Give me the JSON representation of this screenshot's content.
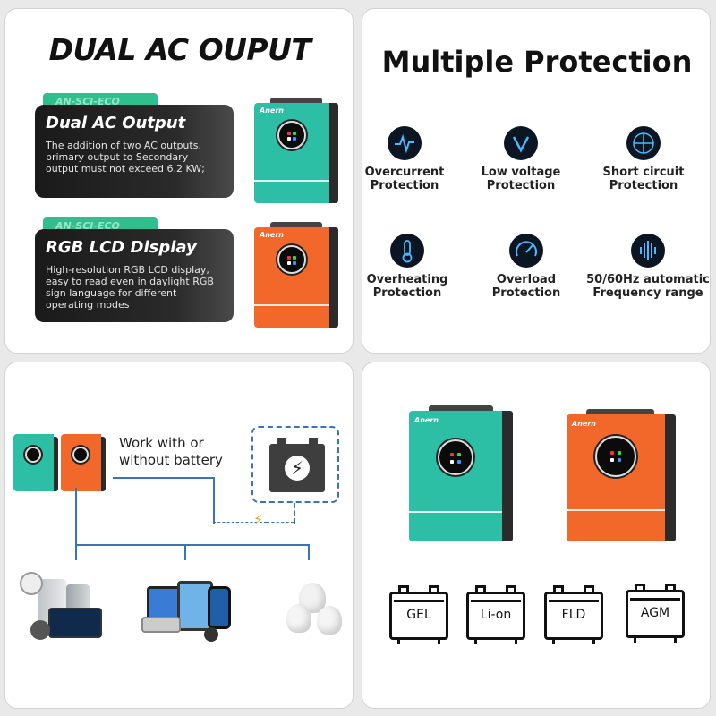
{
  "panel1": {
    "title": "DUAL AC OUPUT",
    "tab_text": "AN-SCI-ECO",
    "card1": {
      "heading": "Dual AC Output",
      "text": "The addition of two AC outputs, primary output to Secondary output must not exceed 6.2 KW;"
    },
    "card2": {
      "heading": "RGB LCD Display",
      "text": "High-resolution RGB LCD display, easy to read even in daylight RGB sign language for different operating modes"
    }
  },
  "panel2": {
    "title": "Multiple Protection",
    "items": [
      {
        "line1": "Overcurrent",
        "line2": "Protection",
        "icon": "heartbeat-icon"
      },
      {
        "line1": "Low voltage",
        "line2": "Protection",
        "icon": "chevron-down-icon"
      },
      {
        "line1": "Short circuit",
        "line2": "Protection",
        "icon": "circuit-icon"
      },
      {
        "line1": "Overheating",
        "line2": "Protection",
        "icon": "thermometer-icon"
      },
      {
        "line1": "Overload",
        "line2": "Protection",
        "icon": "gauge-icon"
      },
      {
        "line1": "50/60Hz automatic",
        "line2": "Frequency range",
        "icon": "soundwave-icon"
      }
    ]
  },
  "panel3": {
    "line1": "Work with or",
    "line2": "without battery"
  },
  "panel4": {
    "battery_types": [
      "GEL",
      "Li-on",
      "FLD",
      "AGM"
    ]
  },
  "colors": {
    "teal": "#2dbfa6",
    "orange": "#f2682a",
    "dark": "#1f1f1f",
    "accent_blue": "#3b72b8"
  }
}
